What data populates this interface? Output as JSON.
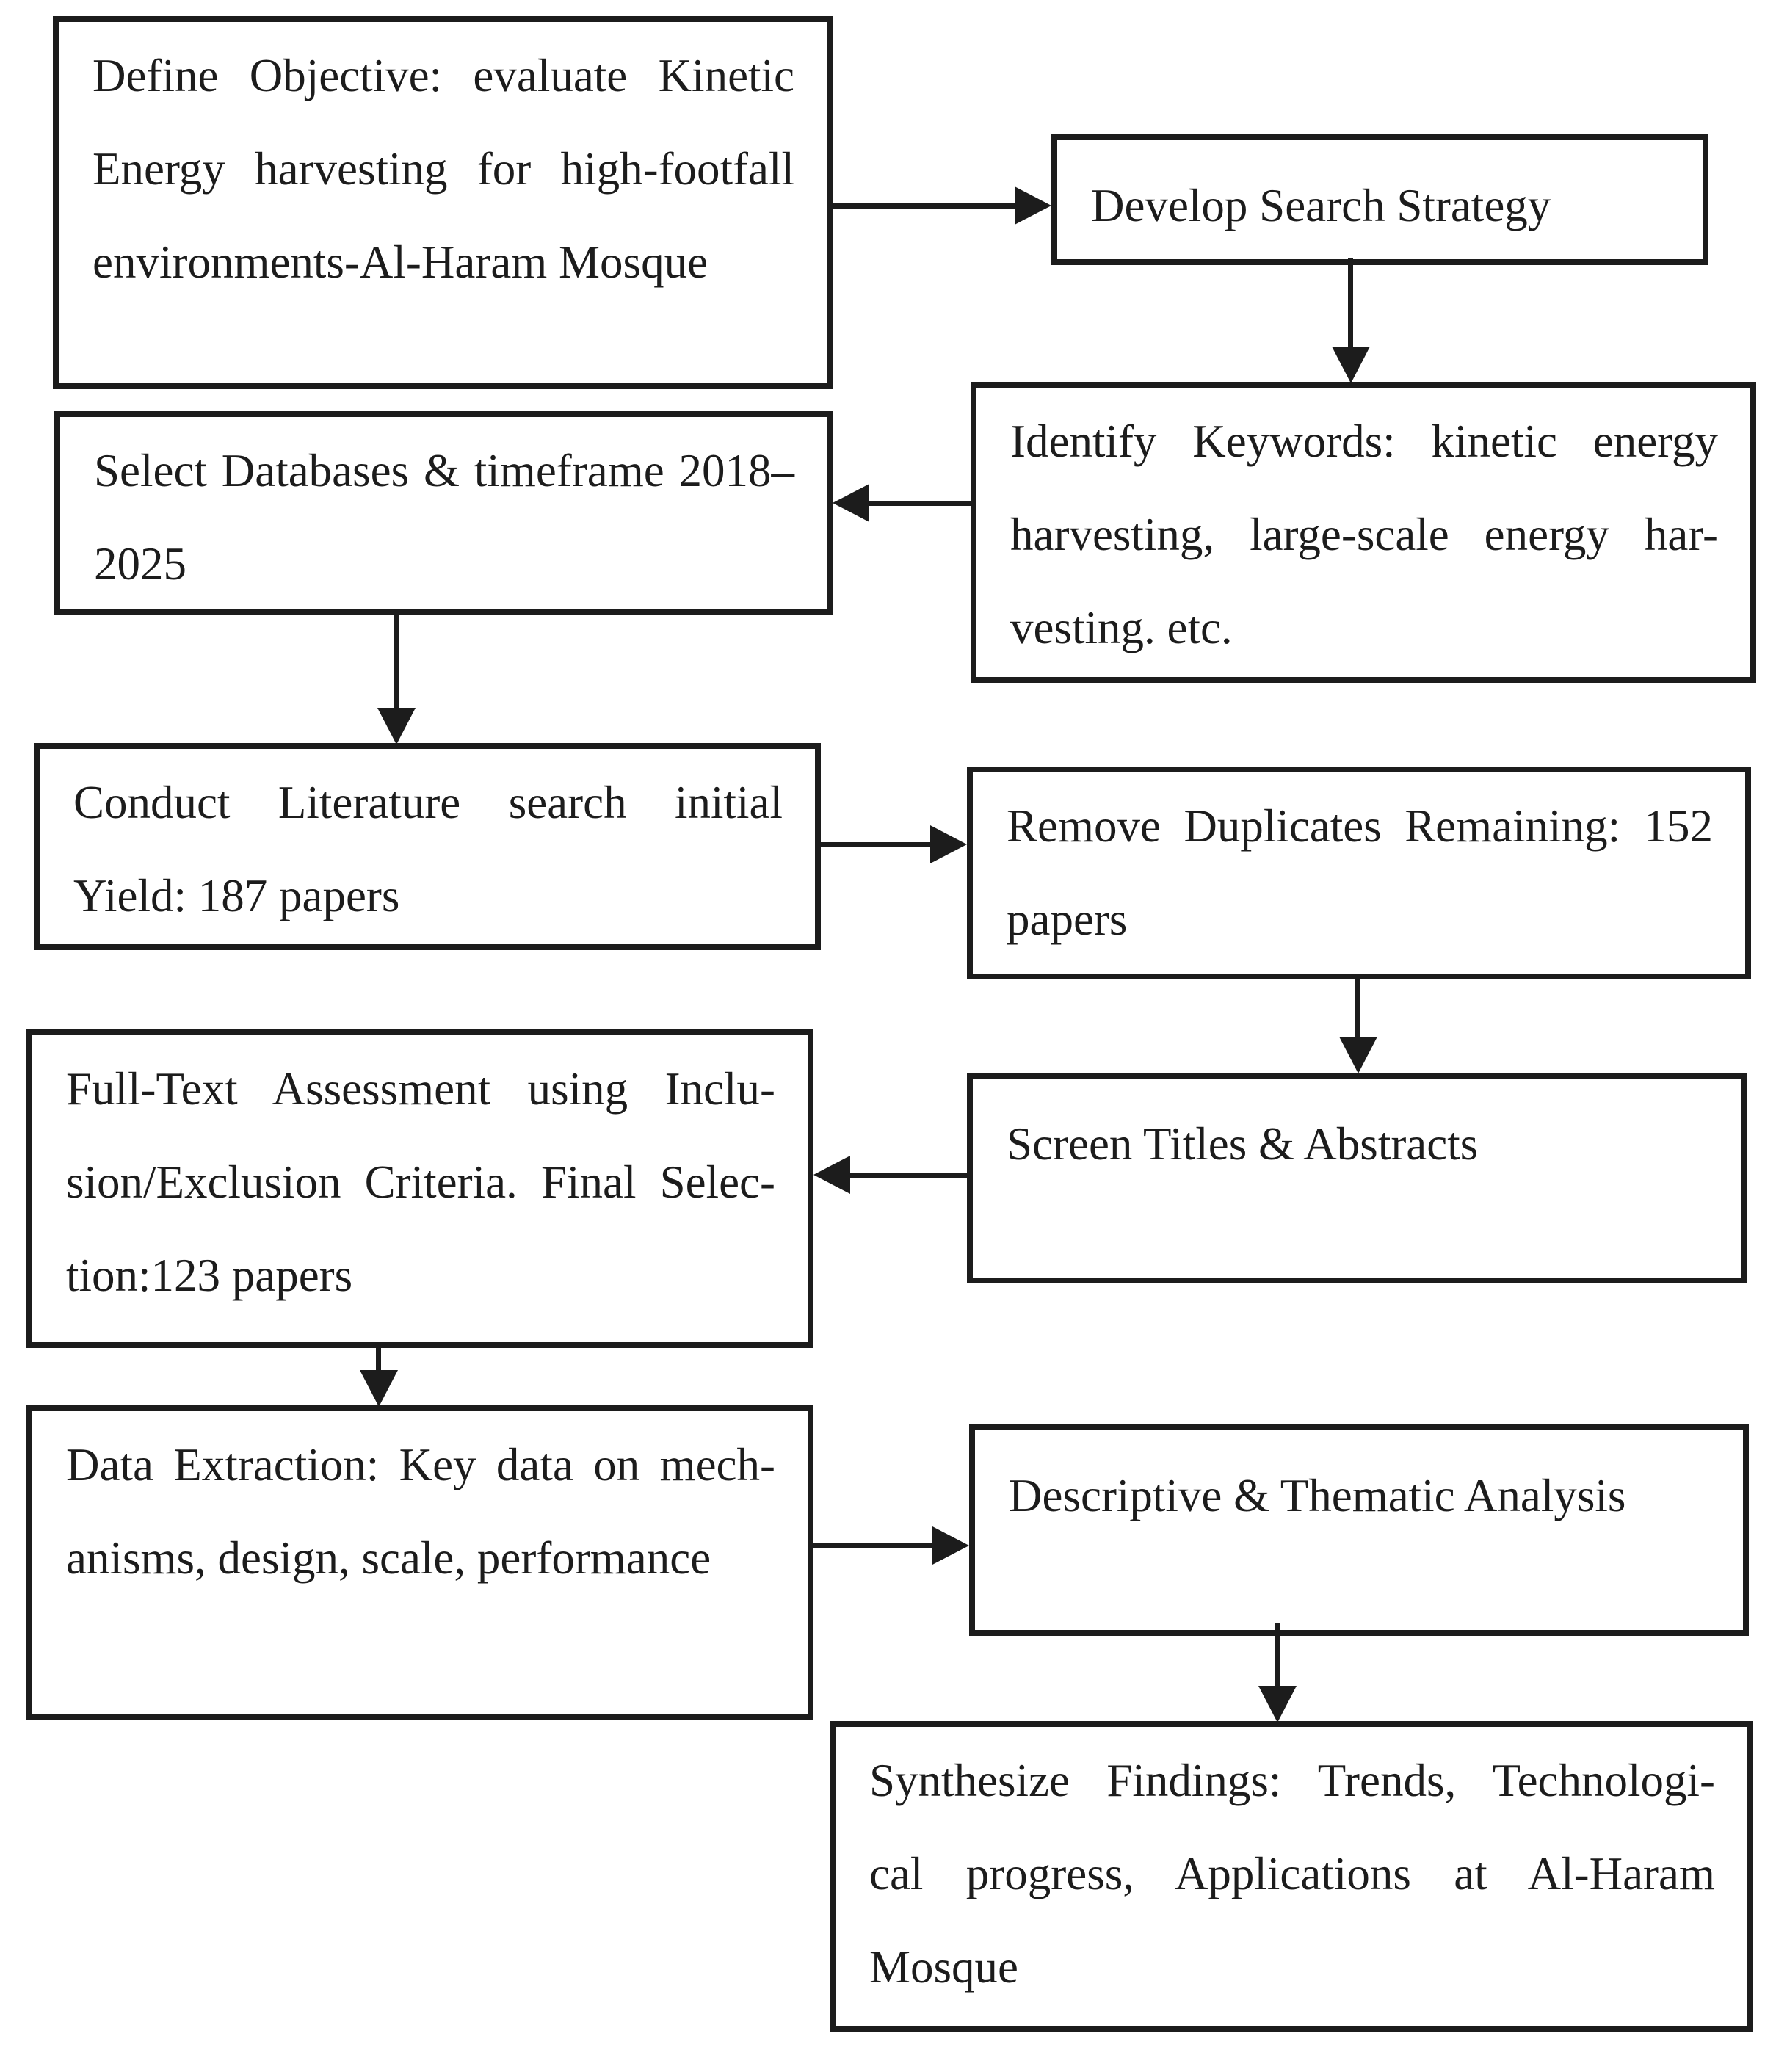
{
  "diagram_title": "Literature review methodology flowchart",
  "ink_color": "#1c1c1c",
  "background_color": "#ffffff",
  "boxes": [
    {
      "id": "define-objective",
      "lines": [
        "Define Objective: evaluate Kinetic",
        "Energy harvesting for high-footfall",
        "environments-Al-Haram Mosque"
      ]
    },
    {
      "id": "develop-search-strategy",
      "lines": [
        "Develop Search Strategy"
      ]
    },
    {
      "id": "identify-keywords",
      "lines": [
        "Identify Keywords: kinetic energy",
        "harvesting, large-scale energy har-",
        "vesting. etc."
      ]
    },
    {
      "id": "select-databases",
      "lines": [
        "Select Databases & timeframe 2018–",
        "2025"
      ]
    },
    {
      "id": "conduct-literature-search",
      "lines": [
        "Conduct Literature search initial",
        "Yield: 187 papers"
      ]
    },
    {
      "id": "remove-duplicates",
      "lines": [
        "Remove Duplicates Remaining: 152",
        "papers"
      ]
    },
    {
      "id": "screen-titles-abstracts",
      "lines": [
        "Screen Titles & Abstracts"
      ]
    },
    {
      "id": "full-text-assessment",
      "lines": [
        "Full-Text Assessment using Inclu-",
        "sion/Exclusion Criteria. Final Selec-",
        "tion:123 papers"
      ]
    },
    {
      "id": "data-extraction",
      "lines": [
        "Data Extraction: Key data on mech-",
        "anisms, design, scale, performance"
      ]
    },
    {
      "id": "descriptive-thematic-analysis",
      "lines": [
        "Descriptive & Thematic Analysis"
      ]
    },
    {
      "id": "synthesize-findings",
      "lines": [
        "Synthesize Findings: Trends, Technologi-",
        "cal progress, Applications at Al-Haram",
        "Mosque"
      ]
    }
  ],
  "arrows": [
    {
      "from": "define-objective",
      "to": "develop-search-strategy",
      "direction": "right"
    },
    {
      "from": "develop-search-strategy",
      "to": "identify-keywords",
      "direction": "down"
    },
    {
      "from": "identify-keywords",
      "to": "select-databases",
      "direction": "left"
    },
    {
      "from": "select-databases",
      "to": "conduct-literature-search",
      "direction": "down"
    },
    {
      "from": "conduct-literature-search",
      "to": "remove-duplicates",
      "direction": "right"
    },
    {
      "from": "remove-duplicates",
      "to": "screen-titles-abstracts",
      "direction": "down"
    },
    {
      "from": "screen-titles-abstracts",
      "to": "full-text-assessment",
      "direction": "left"
    },
    {
      "from": "full-text-assessment",
      "to": "data-extraction",
      "direction": "down"
    },
    {
      "from": "data-extraction",
      "to": "descriptive-thematic-analysis",
      "direction": "right"
    },
    {
      "from": "descriptive-thematic-analysis",
      "to": "synthesize-findings",
      "direction": "down"
    }
  ]
}
